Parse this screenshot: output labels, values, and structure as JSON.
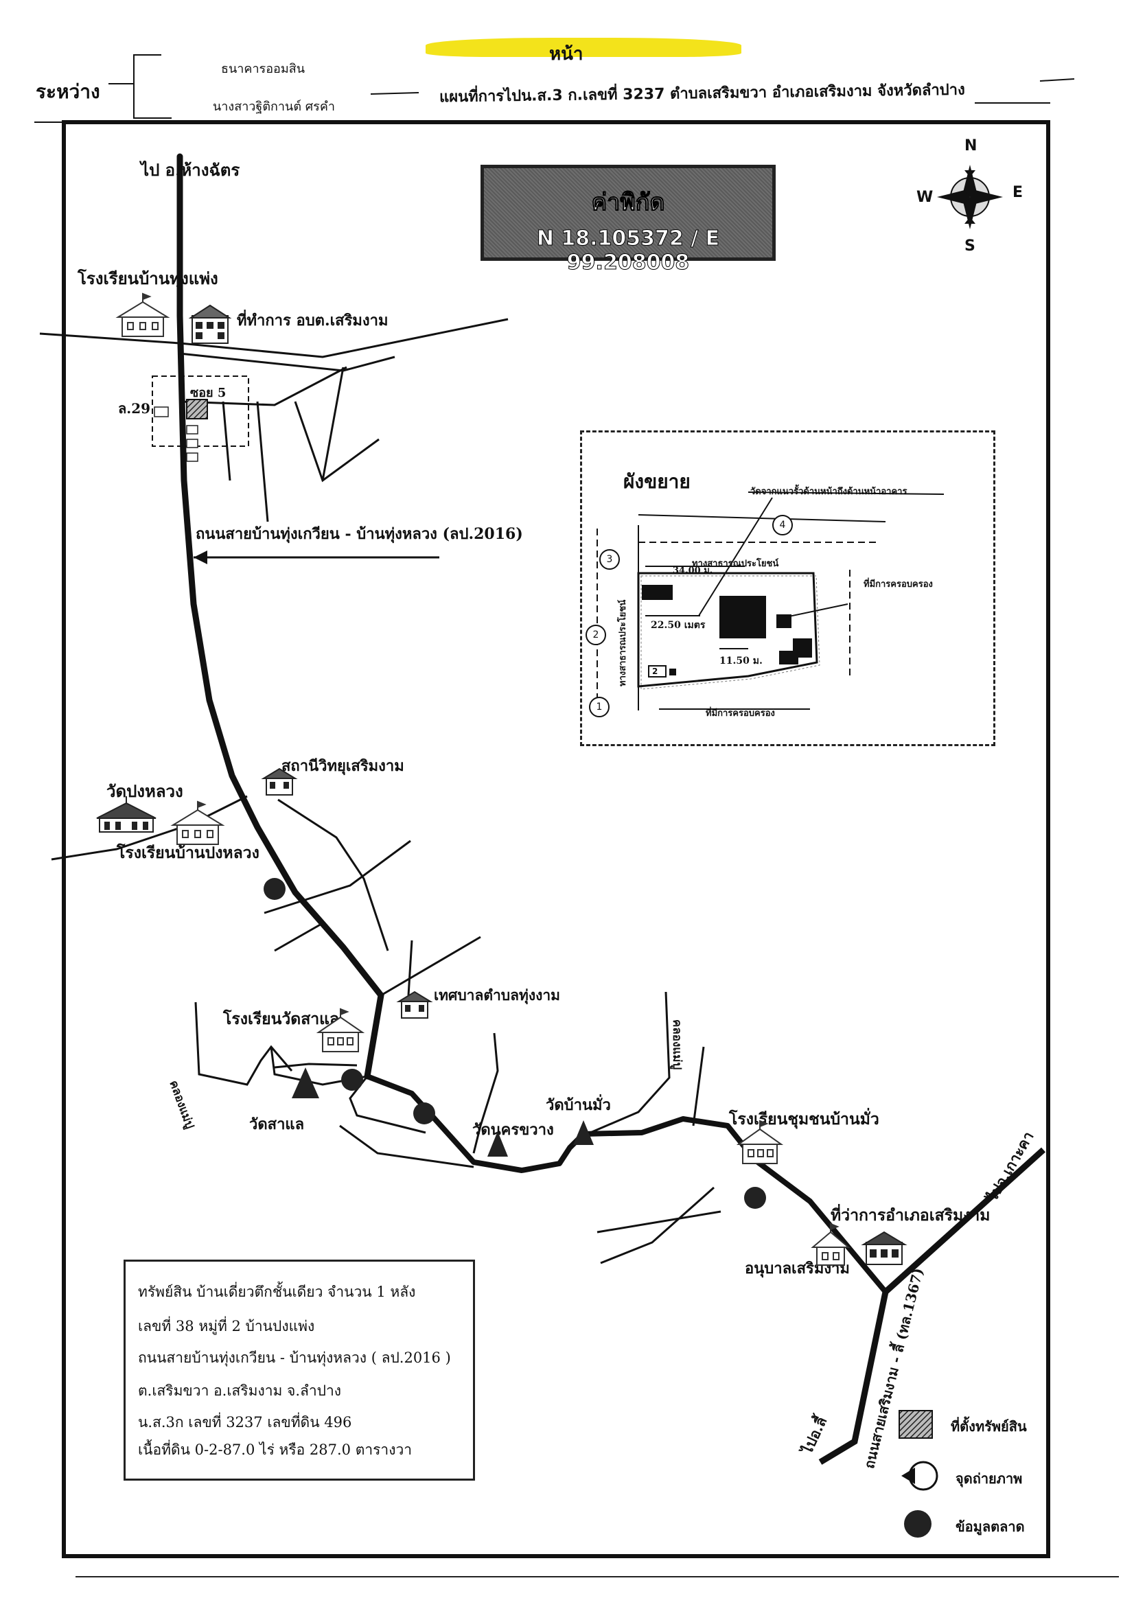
{
  "header": {
    "between_prefix": "ระหว่าง",
    "party_bank": "ธนาคารออมสิน",
    "party_person": "นางสาวฐิติกานต์ ศรคำ",
    "title": "แผนที่การไปน.ส.3 ก.เลขที่ 3237  ตำบลเสริมขวา  อำเภอเสริมงาม  จังหวัดลำปาง",
    "stamp_text": "หน้า"
  },
  "coordinates": {
    "title": "ค่าพิกัด",
    "value": "N 18.105372 / E 99.208008"
  },
  "compass": {
    "n": "N",
    "s": "S",
    "e": "E",
    "w": "W"
  },
  "labels": {
    "to_hang_chat": "ไป อ.ห้างฉัตร",
    "school_thung_phaeng": "โรงเรียนบ้านทุ่งแพ่ง",
    "sao_office": "ที่ทำการ อบต.เสริมงาม",
    "soi5": "ซอย 5",
    "l29": "ล.29",
    "road_name": "ถนนสายบ้านทุ่งเกวียน - บ้านทุ่งหลวง (ลป.2016)",
    "radio_station": "สถานีวิทยุเสริมงาม",
    "wat_pong_luang": "วัดปงหลวง",
    "school_pong_luang": "โรงเรียนบ้านปงหลวง",
    "municipality": "เทศบาลตำบลทุ่งงาม",
    "school_wat_sa_lae": "โรงเรียนวัดสาแล",
    "canal": "คลองแม่ปู",
    "wat_sa_lae": "วัดสาแล",
    "wat_nakhon_khwang": "วัดนครขวาง",
    "wat_ban_mua": "วัดบ้านมั่ว",
    "canal_right": "คลองแม่ปู",
    "school_ban_mua": "โรงเรียนชุมชนบ้านมั่ว",
    "district_office": "ที่ว่าการอำเภอเสริมงาม",
    "kindergarten": "อนุบาลเสริมงาม",
    "to_ko_kha": "ไปอ.เกาะคา",
    "to_li": "ไปอ.ลี้",
    "road_serm_ngam_li": "ถนนสายเสริมงาม - ลี้ (ทล.1367)"
  },
  "inset": {
    "title": "ผังขยาย",
    "fence_note": "วัดจากแนวรั้วด้านหน้าถึงด้านหน้าอาคาร",
    "public_way_top": "ทางสาธารณประโยชน์",
    "public_way_left": "ทางสาธารณประโยชน์",
    "occupied_right": "ที่มีการครอบครอง",
    "occupied_bottom": "ที่มีการครอบครอง",
    "dim_34": "34.00 ม.",
    "dim_22": "22.50 เมตร",
    "dim_11": "11.50 ม.",
    "photo_points": [
      "1",
      "2",
      "3",
      "4"
    ],
    "house_no": "2"
  },
  "property": {
    "line1": "ทรัพย์สิน บ้านเดี่ยวตึกชั้นเดียว จำนวน 1 หลัง",
    "line2": "เลขที่  38  หมู่ที่ 2 บ้านปงแพ่ง",
    "line3": "ถนนสายบ้านทุ่งเกวียน - บ้านทุ่งหลวง ( ลป.2016 )",
    "line4": "ต.เสริมขวา   อ.เสริมงาม   จ.ลำปาง",
    "line5": "น.ส.3ก เลขที่  3237    เลขที่ดิน 496",
    "line6": "เนื้อที่ดิน  0-2-87.0 ไร่  หรือ 287.0   ตารางวา"
  },
  "legend": {
    "property_location": "ที่ตั้งทรัพย์สิน",
    "photo_point": "จุดถ่ายภาพ",
    "market_data": "ข้อมูลตลาด"
  },
  "colors": {
    "line": "#111111",
    "coord_bg": "#666666",
    "stamp": "#f2e21a"
  }
}
